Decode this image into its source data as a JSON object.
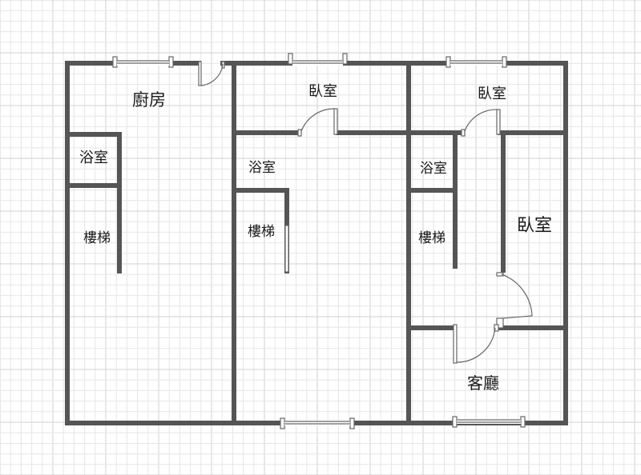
{
  "rooms": {
    "kitchen": "廚房",
    "bedroom_top_middle": "臥室",
    "bedroom_top_right": "臥室",
    "bedroom_right": "臥室",
    "bathroom_left": "浴室",
    "bathroom_middle": "浴室",
    "bathroom_right": "浴室",
    "stairs_left": "樓梯",
    "stairs_middle": "樓梯",
    "stairs_right": "樓梯",
    "living_room": "客廳"
  },
  "colors": {
    "wall": "#555555",
    "grid_minor": "#e6e6e6",
    "grid_major": "#d2d2d2",
    "background": "#ffffff"
  }
}
